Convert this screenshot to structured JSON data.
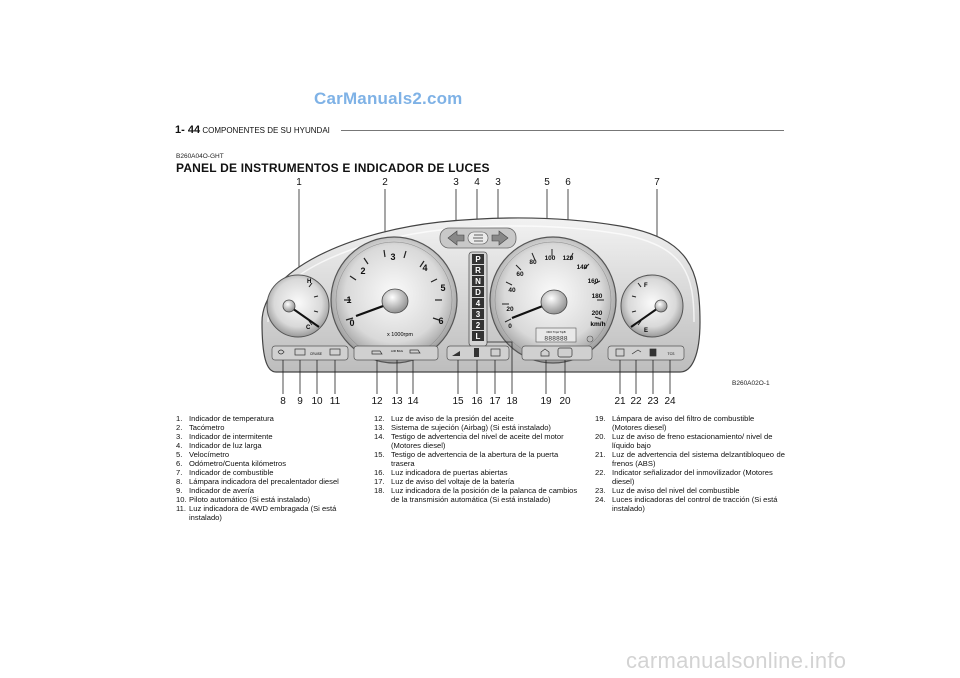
{
  "watermark_top": "CarManuals2.com",
  "watermark_bottom": "carmanualsonline.info",
  "header": {
    "page": "1- 44",
    "section": "COMPONENTES DE SU HYUNDAI"
  },
  "code": "B260A04O-GHT",
  "title": "PANEL DE INSTRUMENTOS E INDICADOR DE LUCES",
  "figure_code": "B260A02O-1",
  "top_labels": [
    "1",
    "2",
    "3",
    "4",
    "3",
    "5",
    "6",
    "7"
  ],
  "bottom_labels": [
    "8",
    "9",
    "10",
    "11",
    "12",
    "13",
    "14",
    "15",
    "16",
    "17",
    "18",
    "19",
    "20",
    "21",
    "22",
    "23",
    "24"
  ],
  "tach": {
    "ticks": [
      "0",
      "1",
      "2",
      "3",
      "4",
      "5",
      "6"
    ],
    "unit": "x 1000rpm"
  },
  "speedo": {
    "ticks": [
      "0",
      "20",
      "40",
      "60",
      "80",
      "100",
      "120",
      "140",
      "160",
      "180",
      "200"
    ],
    "unit": "km/h"
  },
  "temp": {
    "hot": "H",
    "cold": "C"
  },
  "fuel": {
    "full": "F",
    "empty": "E"
  },
  "gear": [
    "P",
    "R",
    "N",
    "D",
    "4",
    "3",
    "2",
    "L"
  ],
  "odo": {
    "labels": "ODO TripA TripB",
    "digits": "888888"
  },
  "lamps": {
    "cruise": "CRUISE",
    "airbag": "AIR BAG",
    "tcs": "TCS"
  },
  "legend": [
    [
      {
        "n": "1.",
        "t": "Indicador de temperatura"
      },
      {
        "n": "2.",
        "t": "Tacómetro"
      },
      {
        "n": "3.",
        "t": "Indicador de intermitente"
      },
      {
        "n": "4.",
        "t": "Indicador de luz larga"
      },
      {
        "n": "5.",
        "t": "Velocímetro"
      },
      {
        "n": "6.",
        "t": "Odómetro/Cuenta  kilómetros"
      },
      {
        "n": "7.",
        "t": "Indicador de combustible"
      },
      {
        "n": "8.",
        "t": "Lámpara indicadora del precalentador diesel"
      },
      {
        "n": "9.",
        "t": "Indicador de avería"
      },
      {
        "n": "10.",
        "t": "Piloto automático (Si está instalado)"
      },
      {
        "n": "11.",
        "t": "Luz indicadora de 4WD embragada (Si está instalado)"
      }
    ],
    [
      {
        "n": "12.",
        "t": "Luz de aviso de la presión del aceite"
      },
      {
        "n": "13.",
        "t": "Sistema de sujeción (Airbag) (Si está instalado)"
      },
      {
        "n": "14.",
        "t": "Testigo de advertencia del nivel de aceite del motor (Motores diesel)"
      },
      {
        "n": "15.",
        "t": "Testigo de advertencia de la abertura de la puerta trasera"
      },
      {
        "n": "16.",
        "t": "Luz indicadora de puertas abiertas"
      },
      {
        "n": "17.",
        "t": "Luz de aviso del voltaje de la batería"
      },
      {
        "n": "18.",
        "t": "Luz indicadora de la posición de la palanca de cambios de la transmisión automática (Si está instalado)"
      }
    ],
    [
      {
        "n": "19.",
        "t": "Lámpara de aviso del filtro de combustible (Motores  diesel)"
      },
      {
        "n": "20.",
        "t": "Luz de aviso de freno estacionamiento/ nivel de líquido bajo"
      },
      {
        "n": "21.",
        "t": "Luz de advertencia del sistema delzantibloqueo de frenos (ABS)"
      },
      {
        "n": "22.",
        "t": "Indicator señalizador del inmovilizador (Motores  diesel)"
      },
      {
        "n": "23.",
        "t": "Luz de aviso del nivel del combustible"
      },
      {
        "n": "24.",
        "t": "Luces indicadoras del control de tracción (Si está instalado)"
      }
    ]
  ]
}
